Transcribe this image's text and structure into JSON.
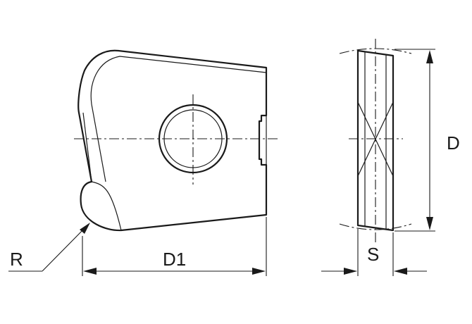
{
  "labels": {
    "radius": "R",
    "length": "D1",
    "thickness": "S",
    "diameter": "D"
  }
}
